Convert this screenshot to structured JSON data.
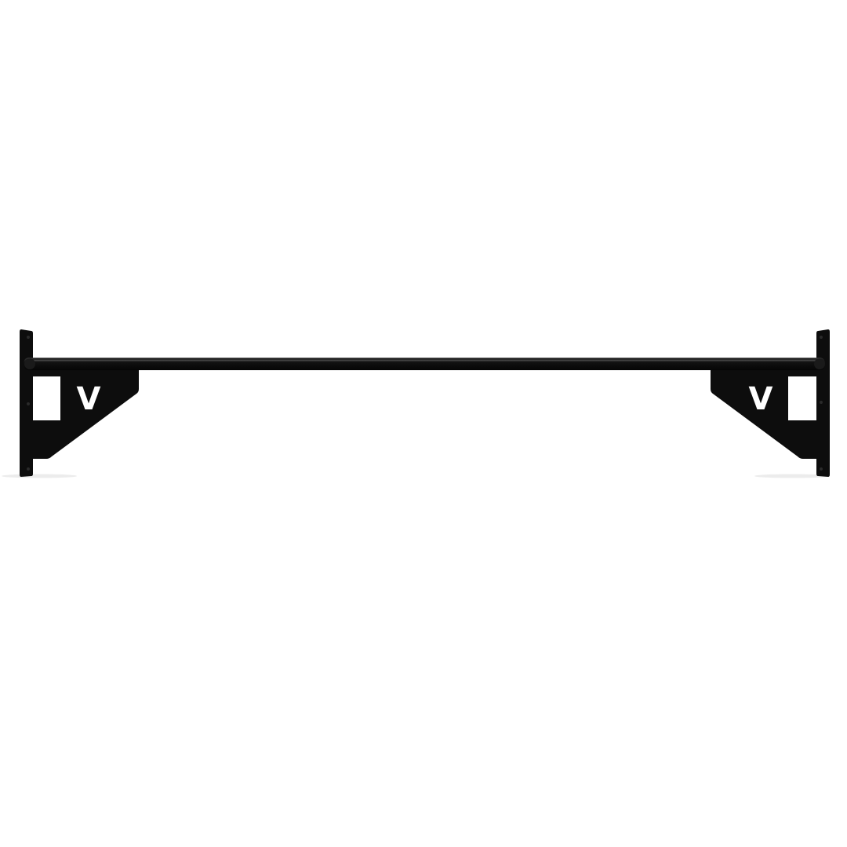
{
  "scene": {
    "background": "#ffffff",
    "subject": "wall-mounted-pull-up-bar",
    "colors": {
      "steel": "#0d0d0d",
      "steel_highlight": "#3a3a3a",
      "bolt_hole": "#2a2a2a",
      "logo": "#ffffff",
      "shadow": "#e9e9e9"
    }
  },
  "branding": {
    "left_logo": "V",
    "right_logo": "V"
  }
}
